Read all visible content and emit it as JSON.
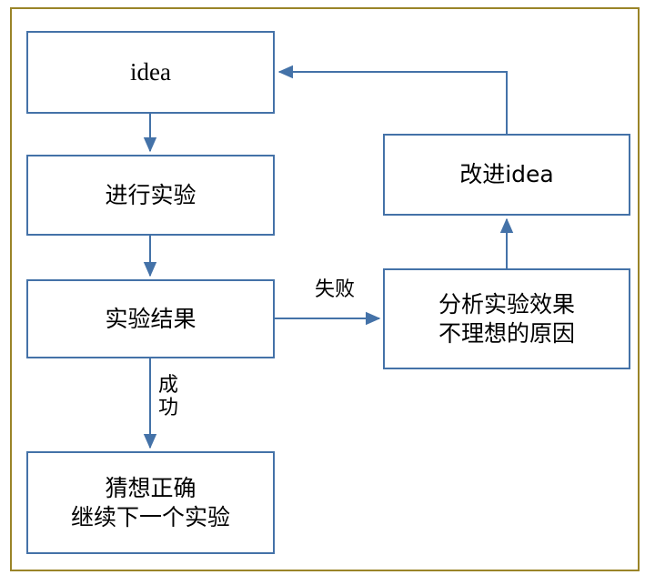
{
  "diagram": {
    "type": "flowchart",
    "title": "",
    "frame_color": "#9a8428",
    "node_border_color": "#4472a8",
    "edge_color": "#4472a8",
    "node_fill": "#ffffff",
    "background": "#ffffff",
    "nodes": [
      {
        "id": "idea",
        "label": "idea",
        "shape": "rectangle"
      },
      {
        "id": "experiment",
        "label": "进行实验",
        "shape": "rectangle"
      },
      {
        "id": "result",
        "label": "实验结果",
        "shape": "rectangle"
      },
      {
        "id": "success",
        "label": "猜想正确\n继续下一个实验",
        "shape": "rectangle"
      },
      {
        "id": "improve",
        "label": "改进idea",
        "shape": "rectangle"
      },
      {
        "id": "analyze",
        "label": "分析实验效果\n不理想的原因",
        "shape": "rectangle"
      }
    ],
    "edges": [
      {
        "from": "idea",
        "to": "experiment",
        "label": "",
        "style": "arrow-down"
      },
      {
        "from": "experiment",
        "to": "result",
        "label": "",
        "style": "arrow-down"
      },
      {
        "from": "result",
        "to": "analyze",
        "label": "失败",
        "style": "arrow-right"
      },
      {
        "from": "result",
        "to": "success",
        "label": "成\n功",
        "style": "arrow-down"
      },
      {
        "from": "analyze",
        "to": "improve",
        "label": "",
        "style": "arrow-up"
      },
      {
        "from": "improve",
        "to": "idea",
        "label": "",
        "style": "elbow-arrow-left"
      }
    ]
  }
}
